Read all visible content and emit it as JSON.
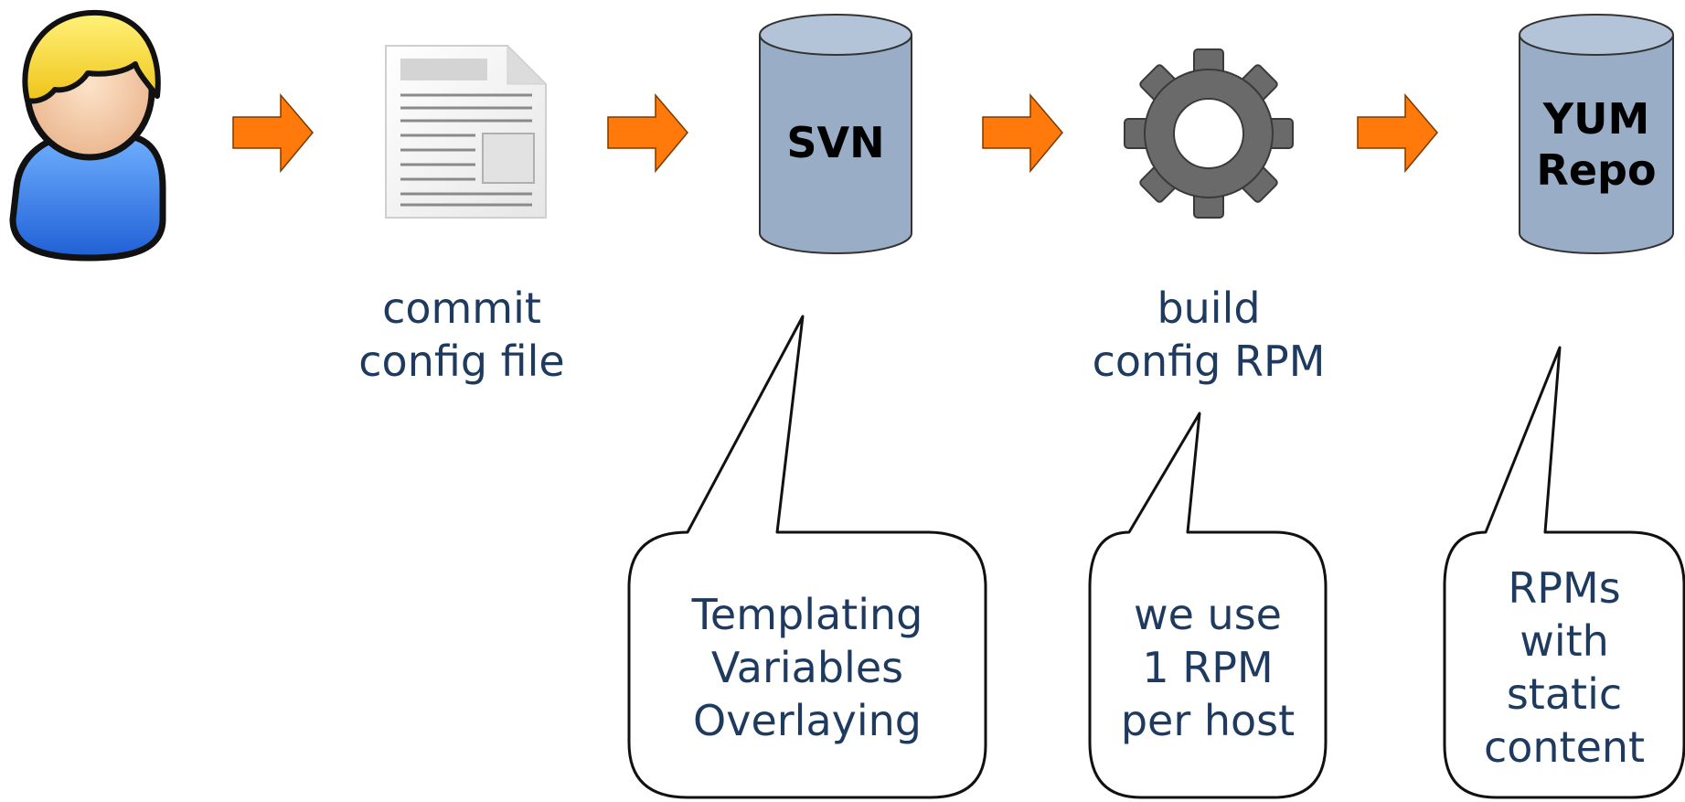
{
  "steps": {
    "commit": {
      "line1": "commit",
      "line2": "config file"
    },
    "svn": {
      "label": "SVN"
    },
    "build": {
      "line1": "build",
      "line2": "config RPM"
    },
    "yum": {
      "line1": "YUM",
      "line2": "Repo"
    }
  },
  "callouts": {
    "svn": {
      "line1": "Templating",
      "line2": "Variables",
      "line3": "Overlaying"
    },
    "build": {
      "line1": "we use",
      "line2": "1 RPM",
      "line3": "per host"
    },
    "yum": {
      "line1": "RPMs",
      "line2": "with",
      "line3": "static",
      "line4": "content"
    }
  },
  "colors": {
    "arrow": "#ff7a0a",
    "database": "#99aec6",
    "gear": "#6a6a6a",
    "label_text": "#1f3a5f"
  },
  "icons": [
    "user-icon",
    "document-icon",
    "database-icon",
    "gear-icon",
    "arrow-right-icon"
  ]
}
